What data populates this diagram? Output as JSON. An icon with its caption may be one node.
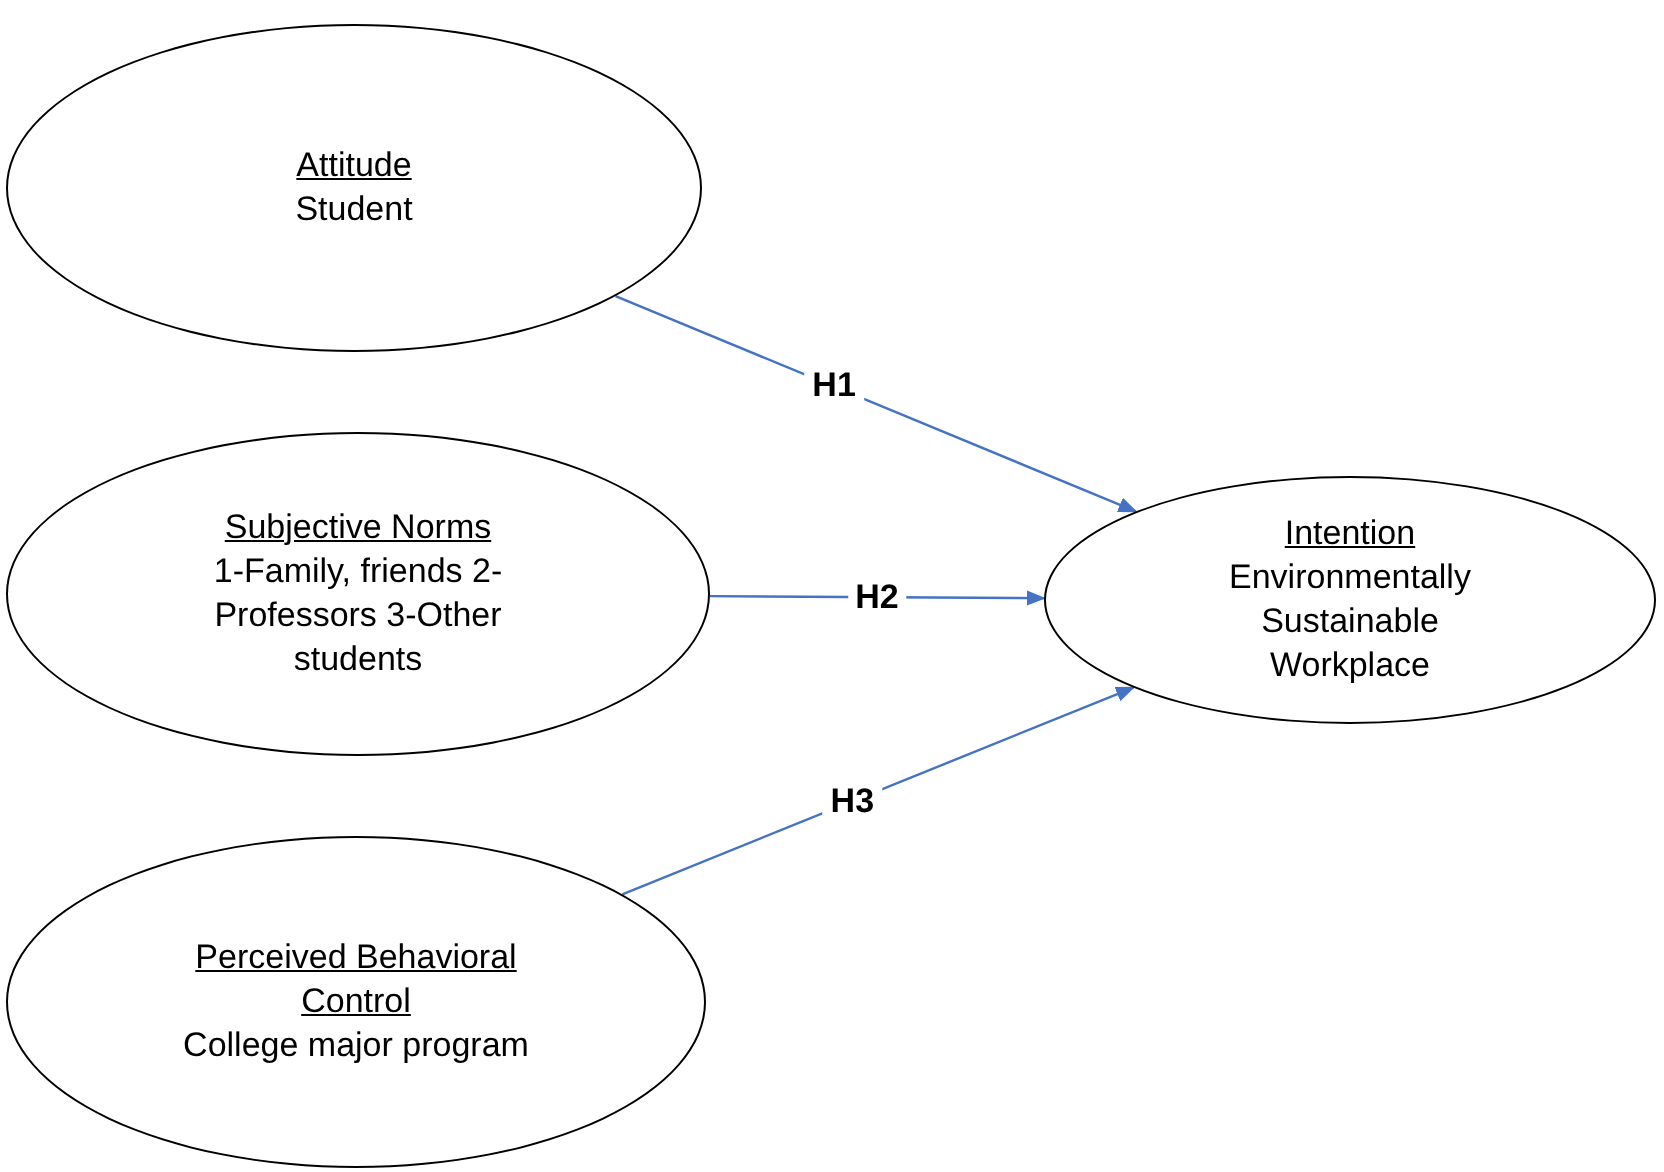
{
  "diagram": {
    "nodes": [
      {
        "text": [
          "Attitude",
          "Student"
        ]
      },
      {
        "text": [
          "Subjective Norms",
          "1-Family, friends 2-Professors 3-Other students"
        ]
      },
      {
        "text": [
          "Perceived Behavioral Control",
          "College major program"
        ]
      },
      {
        "text": [
          "Intention",
          "Environmentally Sustainable Workplace"
        ]
      }
    ],
    "edges": [
      {
        "from": 0,
        "to": 3,
        "arrow": "to",
        "label": "H1"
      },
      {
        "from": 1,
        "to": 3,
        "arrow": "to",
        "label": "H2"
      },
      {
        "from": 2,
        "to": 3,
        "arrow": "to",
        "label": "H3"
      }
    ]
  }
}
